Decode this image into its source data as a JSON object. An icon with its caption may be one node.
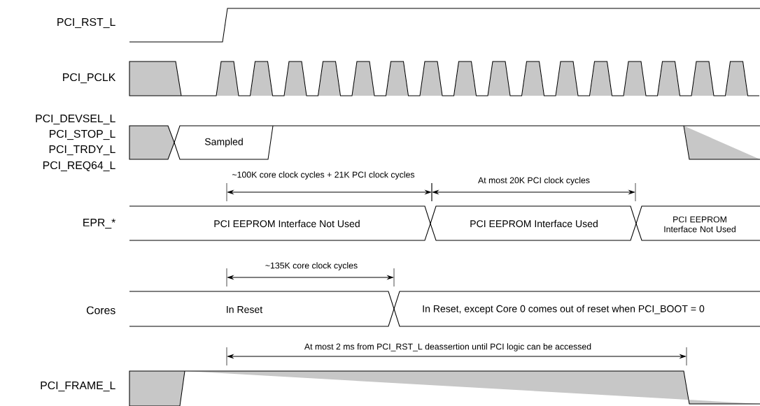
{
  "diagram": {
    "nodes": [
      {
        "text": [
          "Sampled"
        ]
      },
      {
        "text": [
          "PCI EEPROM Interface Not Used"
        ]
      },
      {
        "text": [
          "PCI EEPROM Interface Used"
        ]
      },
      {
        "text": [
          "PCI EEPROM Interface Not Used"
        ]
      },
      {
        "text": [
          "In Reset"
        ]
      },
      {
        "text": [
          "In Reset, except Core 0 comes out of reset when PCI_BOOT = 0"
        ]
      }
    ],
    "labels": [
      "PCI_RST_L",
      "PCI_PCLK",
      "PCI_DEVSEL_L",
      "PCI_STOP_L",
      "PCI_TRDY_L",
      "PCI_REQ64_L",
      "~100K core clock cycles + 21K PCI clock cycles",
      "At most 20K PCI clock cycles",
      "EPR_*",
      "~135K core clock cycles",
      "Cores",
      "At most 2 ms from PCI_RST_L deassertion until PCI logic can be accessed",
      "PCI_FRAME_L"
    ]
  }
}
